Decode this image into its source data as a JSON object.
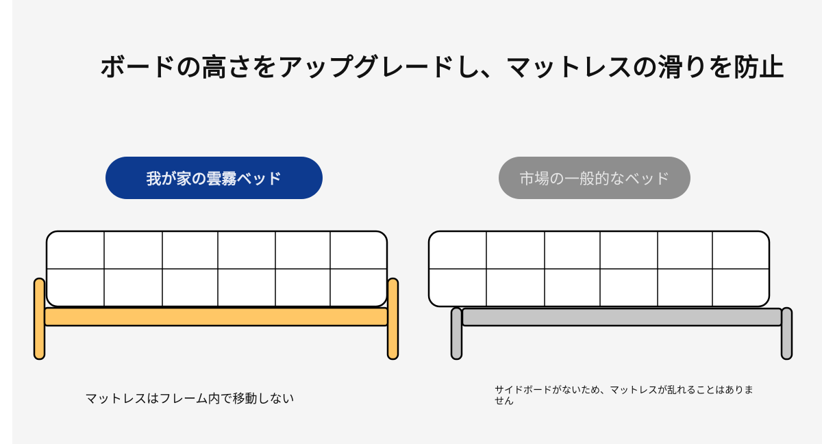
{
  "title": "ボードの高さをアップグレードし、マットレスの滑りを防止",
  "left_panel": {
    "label": "我が家の雲霧ベッド",
    "caption": "マットレスはフレーム内で移動しない",
    "frame_color": "#ffc766",
    "label_color": "#0d3a8f"
  },
  "right_panel": {
    "label": "市場の一般的なベッド",
    "caption": "サイドボードがないため、マットレスが乱れることはありません",
    "frame_color": "#c6c6c6",
    "label_color": "#8e8e8e"
  },
  "mattress_grid": {
    "columns": 6,
    "rows": 2
  }
}
